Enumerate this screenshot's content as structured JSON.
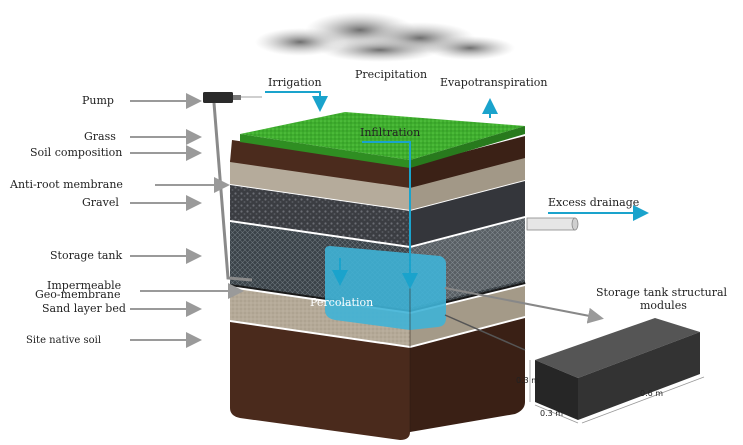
{
  "labels": {
    "pump": "Pump",
    "grass": "Grass",
    "soil_composition": "Soil composition",
    "anti_root_membrane": "Anti-root membrane",
    "gravel": "Gravel",
    "storage_tank": "Storage tank",
    "impermeable_line1": "Impermeable",
    "impermeable_line2": "Geo-membrane",
    "sand_layer_bed": "Sand layer bed",
    "site_native_soil": "Site native soil"
  },
  "flows": {
    "irrigation": "Irrigation",
    "precipitation": "Precipitation",
    "evapotranspiration": "Evapotranspiration",
    "infiltration": "Infiltration",
    "excess_drainage": "Excess drainage",
    "percolation": "Percolation"
  },
  "module": {
    "title_line1": "Storage tank structural",
    "title_line2": "modules",
    "height": "0.3 m",
    "width": "0.3 m",
    "length": "0.6 m"
  },
  "colors": {
    "grass": "#3fae2e",
    "soil": "#4a2a1c",
    "sand": "#b8ad9c",
    "gravel": "#3d3f44",
    "water": "#3fb2d6",
    "arrow_flow": "#1aa3cc",
    "arrow_label": "#9a9a9a"
  }
}
